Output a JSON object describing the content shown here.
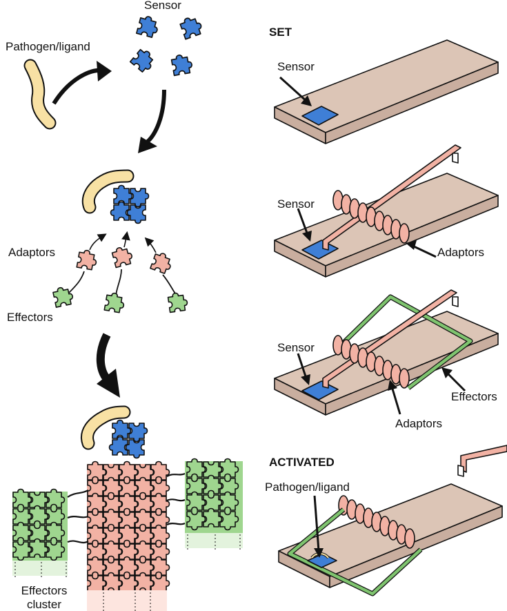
{
  "left_panel": {
    "label_sensor": "Sensor",
    "label_pathogen": "Pathogen/ligand",
    "label_adaptors": "Adaptors",
    "label_effectors": "Effectors",
    "label_effectors_cluster_line1": "Effectors",
    "label_effectors_cluster_line2": "cluster"
  },
  "right_panel": {
    "set_header": "SET",
    "activated_header": "ACTIVATED",
    "trap1_sensor": "Sensor",
    "trap2_sensor": "Sensor",
    "trap2_adaptors": "Adaptors",
    "trap3_sensor": "Sensor",
    "trap3_effectors": "Effectors",
    "trap3_adaptors": "Adaptors",
    "trap4_pathogen": "Pathogen/ligand"
  },
  "colors": {
    "sensor": "#3f7fd6",
    "adaptor": "#f2b2a4",
    "effector": "#9fd68f",
    "pathogen": "#f8e1a4",
    "board_top": "#dcc5b6",
    "board_side": "#c9ae9f",
    "spring_wire": "#f2b2a4",
    "bail_wire": "#7fc46f"
  }
}
